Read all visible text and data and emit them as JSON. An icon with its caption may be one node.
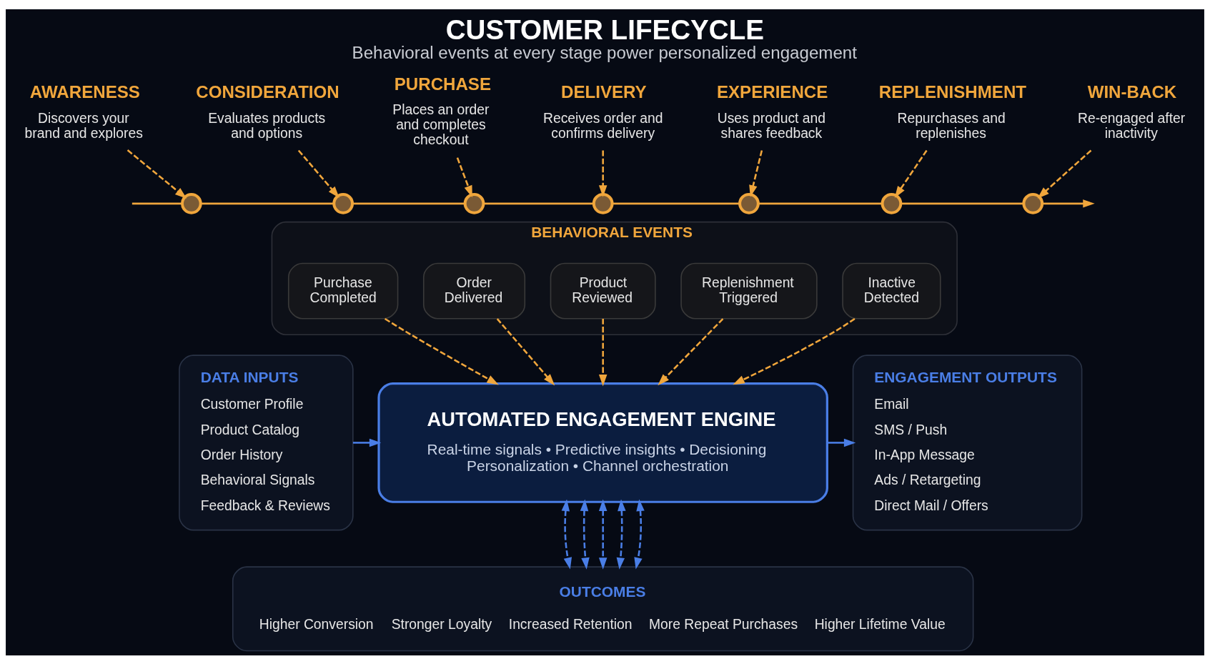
{
  "diagram": {
    "title": "CUSTOMER LIFECYCLE",
    "caption": "Behavioral events at every stage power personalized engagement",
    "nodes": [
      {
        "text": [
          "AWARENESS",
          "Discovers your brand and explores"
        ]
      },
      {
        "text": [
          "CONSIDERATION",
          "Evaluates products and options"
        ]
      },
      {
        "text": [
          "PURCHASE",
          "Places an order and completes checkout"
        ]
      },
      {
        "text": [
          "DELIVERY",
          "Receives order and confirms delivery"
        ]
      },
      {
        "text": [
          "EXPERIENCE",
          "Uses product and shares feedback"
        ]
      },
      {
        "text": [
          "REPLENISHMENT",
          "Repurchases and replenishes"
        ]
      },
      {
        "text": [
          "WIN-BACK",
          "Re-engaged after inactivity"
        ]
      },
      {
        "text": [],
        "shape": "circle"
      },
      {
        "text": [],
        "shape": "circle"
      },
      {
        "text": [],
        "shape": "circle"
      },
      {
        "text": [],
        "shape": "circle"
      },
      {
        "text": [],
        "shape": "circle"
      },
      {
        "text": [],
        "shape": "circle"
      },
      {
        "text": [],
        "shape": "circle"
      },
      {
        "text": [
          "BEHAVIORAL EVENTS"
        ]
      },
      {
        "text": [
          "Purchase Completed"
        ],
        "in": 14
      },
      {
        "text": [
          "Order Delivered"
        ],
        "in": 14
      },
      {
        "text": [
          "Product Reviewed"
        ],
        "in": 14
      },
      {
        "text": [
          "Replenishment Triggered"
        ],
        "in": 14
      },
      {
        "text": [
          "Inactive Detected"
        ],
        "in": 14
      },
      {
        "text": [
          "DATA INPUTS",
          "Customer Profile",
          "Product Catalog",
          "Order History",
          "Behavioral Signals",
          "Feedback & Reviews"
        ]
      },
      {
        "text": [
          "AUTOMATED ENGAGEMENT ENGINE",
          "Real-time signals • Predictive insights • Decisioning Personalization • Channel orchestration"
        ]
      },
      {
        "text": [
          "ENGAGEMENT OUTPUTS",
          "Email",
          "SMS / Push",
          "In-App Message",
          "Ads / Retargeting",
          "Direct Mail / Offers"
        ]
      },
      {
        "text": [
          "OUTCOMES",
          "Higher Conversion",
          "Stronger Loyalty",
          "Increased Retention",
          "More Repeat Purchases",
          "Higher Lifetime Value"
        ]
      }
    ],
    "edges": [
      {
        "from": 0,
        "to": 7,
        "arrow": "to",
        "style": "dashed"
      },
      {
        "from": 1,
        "to": 8,
        "arrow": "to",
        "style": "dashed"
      },
      {
        "from": 2,
        "to": 9,
        "arrow": "to",
        "style": "dashed"
      },
      {
        "from": 3,
        "to": 10,
        "arrow": "to",
        "style": "dashed"
      },
      {
        "from": 4,
        "to": 11,
        "arrow": "to",
        "style": "dashed"
      },
      {
        "from": 5,
        "to": 12,
        "arrow": "to",
        "style": "dashed"
      },
      {
        "from": 6,
        "to": 13,
        "arrow": "to",
        "style": "dashed"
      },
      {
        "from": null,
        "to": 7,
        "arrow": "none"
      },
      {
        "from": 7,
        "to": 8,
        "arrow": "none"
      },
      {
        "from": 8,
        "to": 9,
        "arrow": "none"
      },
      {
        "from": 9,
        "to": 10,
        "arrow": "none"
      },
      {
        "from": 10,
        "to": 11,
        "arrow": "none"
      },
      {
        "from": 11,
        "to": 12,
        "arrow": "none"
      },
      {
        "from": 12,
        "to": 13,
        "arrow": "none"
      },
      {
        "from": 13,
        "to": null,
        "arrow": "to"
      },
      {
        "from": 15,
        "to": 21,
        "arrow": "to",
        "style": "dashed"
      },
      {
        "from": 16,
        "to": 21,
        "arrow": "to",
        "style": "dashed"
      },
      {
        "from": 17,
        "to": 21,
        "arrow": "to",
        "style": "dashed"
      },
      {
        "from": 18,
        "to": 21,
        "arrow": "to",
        "style": "dashed"
      },
      {
        "from": 19,
        "to": 21,
        "arrow": "to",
        "style": "dashed"
      },
      {
        "from": 20,
        "to": 21,
        "arrow": "to",
        "color": "#4a7ee6"
      },
      {
        "from": 21,
        "to": 22,
        "arrow": "to",
        "color": "#4a7ee6"
      },
      {
        "from": 21,
        "to": 23,
        "arrow": "both",
        "style": "dashed",
        "color": "#4a7ee6"
      },
      {
        "from": 21,
        "to": 23,
        "arrow": "both",
        "style": "dashed",
        "color": "#4a7ee6"
      },
      {
        "from": 21,
        "to": 23,
        "arrow": "both",
        "style": "dashed",
        "color": "#4a7ee6"
      },
      {
        "from": 21,
        "to": 23,
        "arrow": "both",
        "style": "dashed",
        "color": "#4a7ee6"
      },
      {
        "from": 21,
        "to": 23,
        "arrow": "both",
        "style": "dashed",
        "color": "#4a7ee6"
      }
    ]
  }
}
